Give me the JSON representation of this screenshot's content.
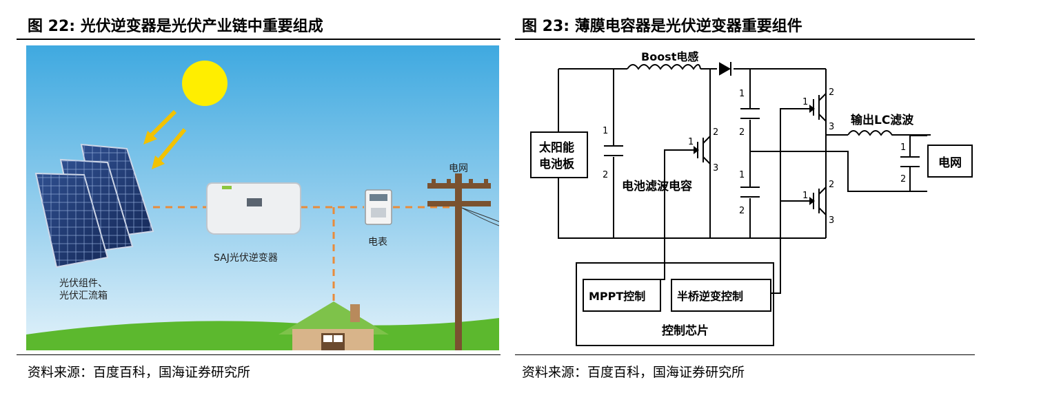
{
  "left": {
    "title": "图 22:  光伏逆变器是光伏产业链中重要组成",
    "labels": {
      "panels_line1": "光伏组件、",
      "panels_line2": "光伏汇流箱",
      "inverter": "SAJ光伏逆变器",
      "meter": "电表",
      "grid": "电网"
    },
    "source": "资料来源：百度百科，国海证券研究所"
  },
  "right": {
    "title": "图 23:  薄膜电容器是光伏逆变器重要组件",
    "labels": {
      "boost": "Boost电感",
      "solar_line1": "太阳能",
      "solar_line2": "电池板",
      "filter_cap": "电池滤波电容",
      "output_filter": "输出LC滤波",
      "grid": "电网",
      "mppt": "MPPT控制",
      "half_bridge": "半桥逆变控制",
      "chip": "控制芯片",
      "pin1": "1",
      "pin2": "2",
      "pin3": "3"
    },
    "source": "资料来源：百度百科，国海证券研究所"
  },
  "colors": {
    "sky_top": "#3fa9e0",
    "sky_bottom": "#d8eef8",
    "grass": "#5cb82e",
    "sun": "#ffee00",
    "arrow": "#f2c200",
    "dash": "#e98b3a",
    "pole": "#7a5230"
  }
}
